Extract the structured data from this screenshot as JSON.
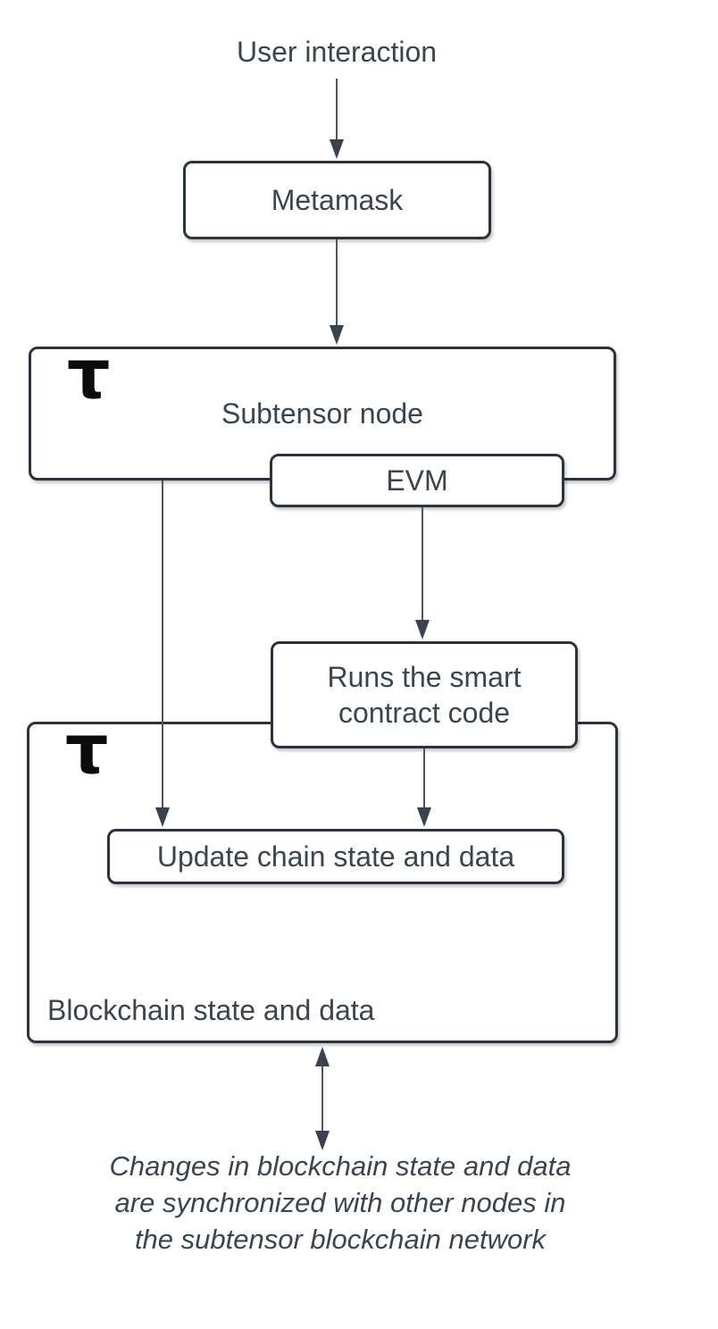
{
  "nodes": {
    "user_interaction": {
      "label": "User interaction"
    },
    "metamask": {
      "label": "Metamask"
    },
    "subtensor": {
      "label": "Subtensor node"
    },
    "evm": {
      "label": "EVM"
    },
    "runs": {
      "label": "Runs the smart contract code"
    },
    "update": {
      "label": "Update chain state and data"
    },
    "blockchain": {
      "label": "Blockchain state and data"
    }
  },
  "caption": {
    "text": "Changes in blockchain state and data are synchronized with other nodes in the subtensor blockchain network"
  },
  "icons": {
    "tau": "τ"
  },
  "colors": {
    "background": "#ffffff",
    "box_border": "#2b333e",
    "text": "#3a4550",
    "connector_line": "#4e5761",
    "arrowhead": "#3a424e",
    "tau": "#0b0b0b"
  }
}
